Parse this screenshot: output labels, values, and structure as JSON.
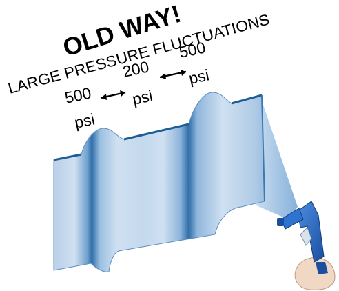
{
  "headline": "OLD WAY!",
  "subheadline": "LARGE PRESSURE FLUCTUATIONS",
  "pressures": [
    {
      "value": "500",
      "unit": "psi"
    },
    {
      "value": "200",
      "unit": "psi"
    },
    {
      "value": "500",
      "unit": "psi"
    }
  ],
  "colors": {
    "panel_light": "#c9dcee",
    "panel_mid": "#9ec1e2",
    "panel_dark": "#2f6fa8",
    "panel_edge": "#1f5d95",
    "gun_blue": "#2f73d1",
    "gun_dark": "#1a4fa0",
    "hand": "#f1d8c4",
    "text": "#000000"
  },
  "icons": [
    "double-arrow-icon",
    "spray-gun-icon",
    "hand-icon"
  ]
}
